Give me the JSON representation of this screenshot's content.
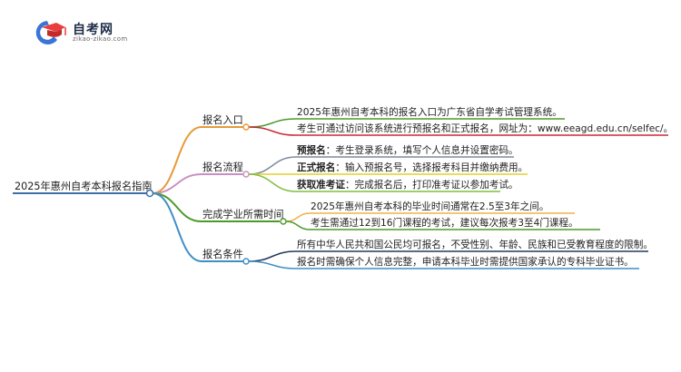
{
  "logo": {
    "title": "自考网",
    "url": "zikao-zikao.com",
    "icon": "graduation-cap-icon",
    "colors": {
      "blue": "#3b73d6",
      "red": "#e83d3d",
      "dark": "#1d2c48"
    }
  },
  "root": {
    "label": "2025年惠州自考本科报名指南",
    "color": "#3f6ea5"
  },
  "branches": [
    {
      "label": "报名入口",
      "color": "#e8993a",
      "leaves": [
        {
          "bold": "",
          "text": "2025年惠州自考本科的报名入口为广东省自学考试管理系统。",
          "color": "#4c9a2a"
        },
        {
          "bold": "",
          "text": "考生可通过访问该系统进行预报名和正式报名，网址为：www.eeagd.edu.cn/selfec/。",
          "color": "#c9283a"
        }
      ]
    },
    {
      "label": "报名流程",
      "color": "#c98fc0",
      "leaves": [
        {
          "bold": "预报名",
          "text": "：考生登录系统，填写个人信息并设置密码。",
          "color": "#7b8a9b"
        },
        {
          "bold": "正式报名",
          "text": "：输入预报名号，选择报考科目并缴纳费用。",
          "color": "#e2cd2e"
        },
        {
          "bold": "获取准考证",
          "text": "：完成报名后，打印准考证以参加考试。",
          "color": "#7fbf3e"
        }
      ]
    },
    {
      "label": "完成学业所需时间",
      "color": "#4c9a2a",
      "leaves": [
        {
          "bold": "",
          "text": "2025年惠州自考本科的毕业时间通常在2.5至3年之间。",
          "color": "#f0b04a"
        },
        {
          "bold": "",
          "text": "考生需通过12到16门课程的考试，建议每次报考3至4门课程。",
          "color": "#4c9a2a"
        }
      ]
    },
    {
      "label": "报名条件",
      "color": "#3f8fc6",
      "leaves": [
        {
          "bold": "",
          "text": "所有中华人民共和国公民均可报名，不受性别、年龄、民族和已受教育程度的限制。",
          "color": "#233a5c"
        },
        {
          "bold": "",
          "text": "报名时需确保个人信息完整，申请本科毕业时需提供国家承认的专科毕业证书。",
          "color": "#3f8fc6"
        }
      ]
    }
  ]
}
